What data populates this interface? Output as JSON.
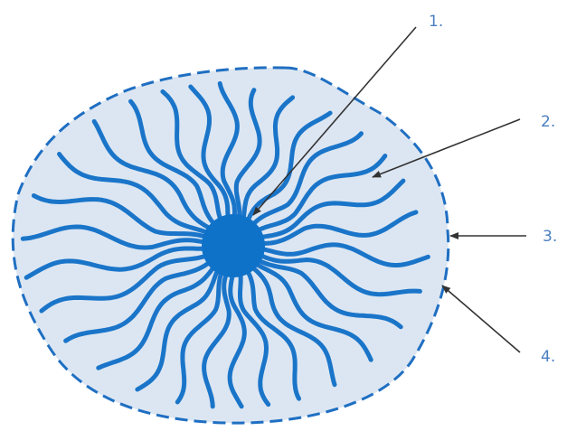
{
  "diagram": {
    "labels": [
      "1.",
      "2.",
      "3.",
      "4."
    ]
  },
  "colors": {
    "fill": "#dce6f2",
    "outline": "#1f6fc2",
    "spokes": "#1a75c9",
    "core": "#0f72c9",
    "arrow": "#333333",
    "label": "#4a7fc1"
  }
}
